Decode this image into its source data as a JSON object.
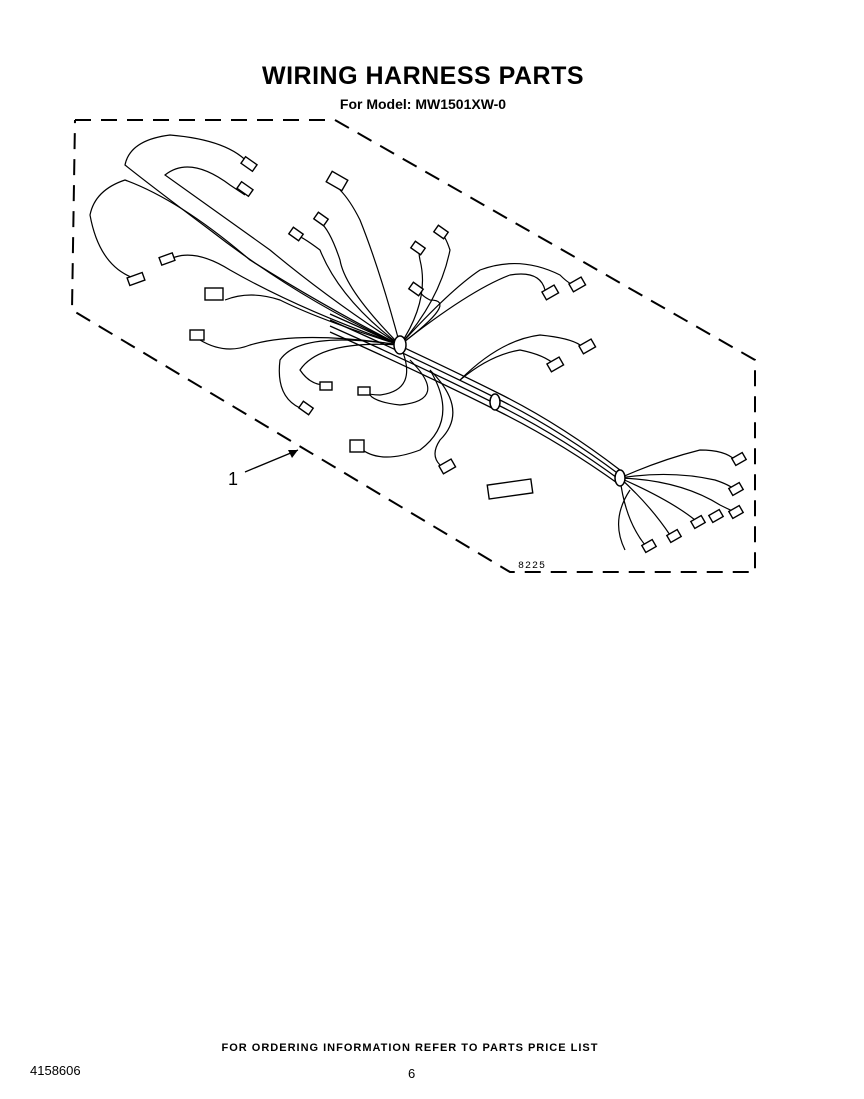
{
  "header": {
    "title": "WIRING HARNESS PARTS",
    "subtitle": "For Model: MW1501XW-0"
  },
  "diagram": {
    "callout_label": "1",
    "drawing_code": "8225"
  },
  "footer": {
    "ordering_note": "FOR ORDERING INFORMATION REFER TO PARTS PRICE LIST",
    "doc_number": "4158606",
    "page_number": "6"
  }
}
